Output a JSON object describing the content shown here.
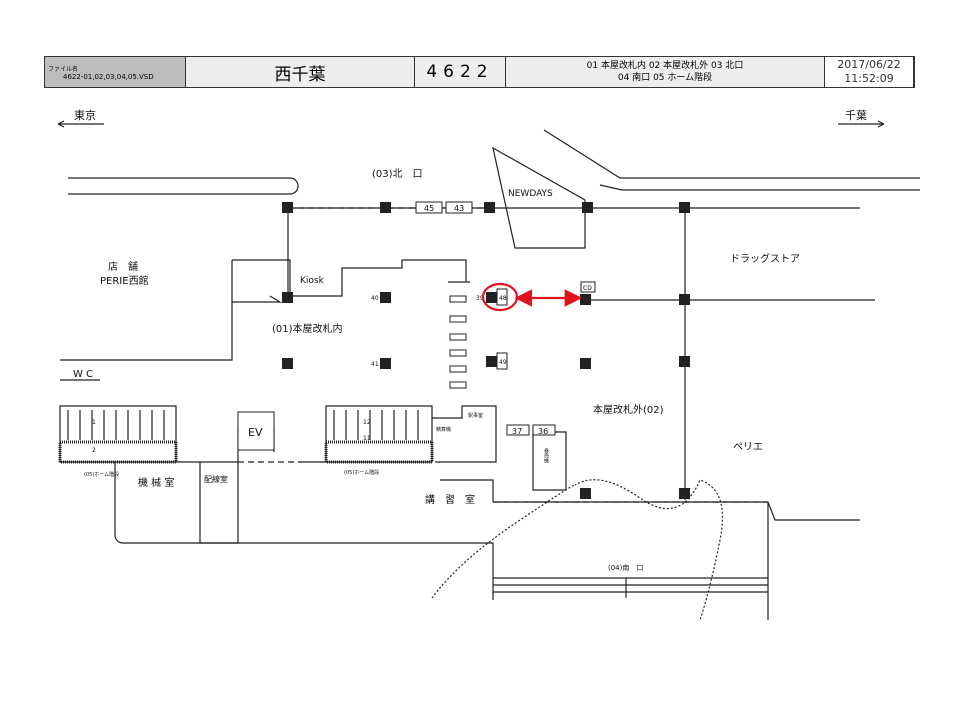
{
  "header": {
    "file_label": "ファイル名",
    "file_name": "4622-01,02,03,04,05.VSD",
    "station_name": "西千葉",
    "station_code": "4622",
    "exits_line1": "01 本屋改札内  02 本屋改札外  03 北口",
    "exits_line2": "04 南口  05 ホーム階段",
    "date": "2017/06/22",
    "time": "11:52:09"
  },
  "map": {
    "dir_left": "東京",
    "dir_right": "千葉",
    "north_exit": "(03)北　口",
    "newdays": "NEWDAYS",
    "locker_45": "45",
    "locker_43": "43",
    "drugstore": "ドラッグストア",
    "shop": "店　舗",
    "perie_west": "PERIE西館",
    "kiosk": "Kiosk",
    "inside_gate": "(01)本屋改札内",
    "wc": "W C",
    "outside_gate": "本屋改札外(02)",
    "perie": "ペリエ",
    "ev": "EV",
    "machine_room": "機 械 室",
    "wiring_room": "配線室",
    "lecture_room": "講　習　室",
    "south_exit": "(04)南　口",
    "locker_37": "37",
    "locker_36": "36",
    "stairs_1": "(05)ホーム階段",
    "stairs_2": "(05)ホーム階段",
    "fare_adj": "精算機",
    "office": "駅事室",
    "ticket": "券売機",
    "cd": "CD",
    "num_40": "40",
    "num_41": "41",
    "num_39": "39",
    "num_48": "48",
    "num_49": "49",
    "num_1": "1",
    "num_2": "2",
    "num_11": "11",
    "num_12": "12"
  },
  "colors": {
    "highlight": "#e0141e"
  }
}
